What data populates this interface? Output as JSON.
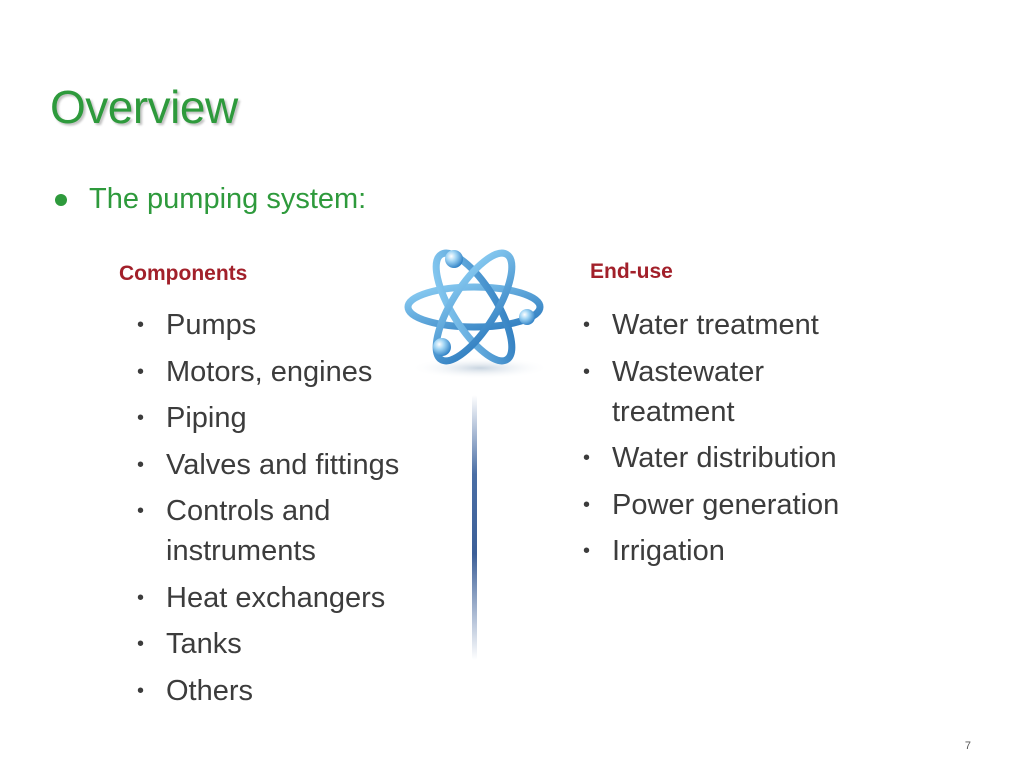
{
  "slide": {
    "title": "Overview",
    "lead": "The pumping system:",
    "page_number": "7"
  },
  "components": {
    "heading": "Components",
    "items": [
      "Pumps",
      "Motors, engines",
      "Piping",
      "Valves and fittings",
      "Controls and instruments",
      "Heat exchangers",
      "Tanks",
      "Others"
    ]
  },
  "end_use": {
    "heading": "End-use",
    "items": [
      "Water treatment",
      "Wastewater treatment",
      "Water distribution",
      "Power generation",
      "Irrigation"
    ]
  },
  "icons": {
    "center_graphic": "atom-icon",
    "bullet": "•"
  },
  "colors": {
    "title": "#2e9a3c",
    "heading": "#a2202a",
    "body": "#3c3c3c",
    "atom": "#3a8fcf"
  }
}
